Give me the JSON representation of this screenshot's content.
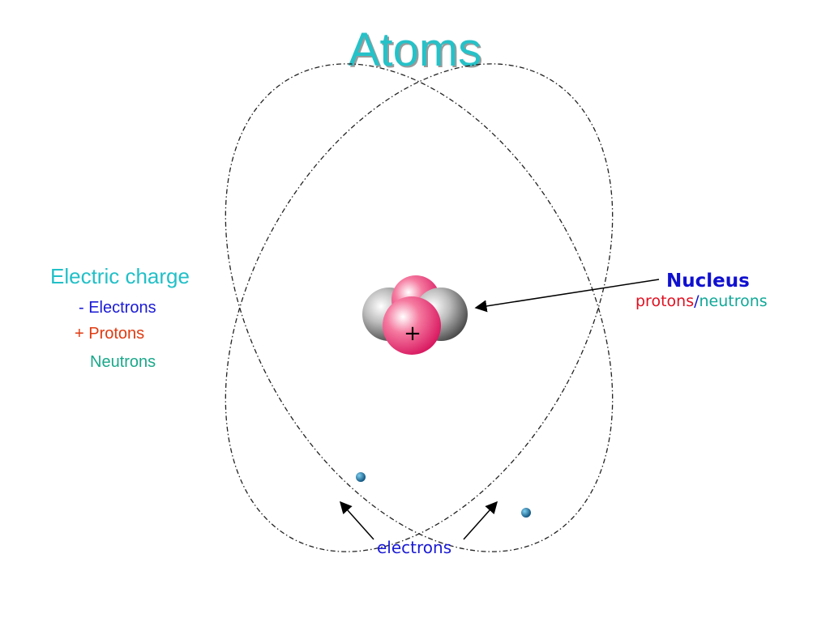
{
  "title": "Atoms",
  "legend": {
    "heading": "Electric charge",
    "electrons": "- Electrons",
    "protons": "+ Protons",
    "neutrons": "Neutrons"
  },
  "nucleus": {
    "label": "Nucleus",
    "protons": "protons",
    "slash": "/",
    "neutrons": "neutrons",
    "charge_symbol": "+"
  },
  "electrons_label": "electrons",
  "colors": {
    "title": "#25c2c8",
    "electrons": "#1a1ad6",
    "protons": "#e03a10",
    "neutrons": "#1aa88a",
    "proton_sphere": "#f0407a",
    "neutron_sphere": "#a0a0a0",
    "electron_dot": "#1a7ab0"
  }
}
